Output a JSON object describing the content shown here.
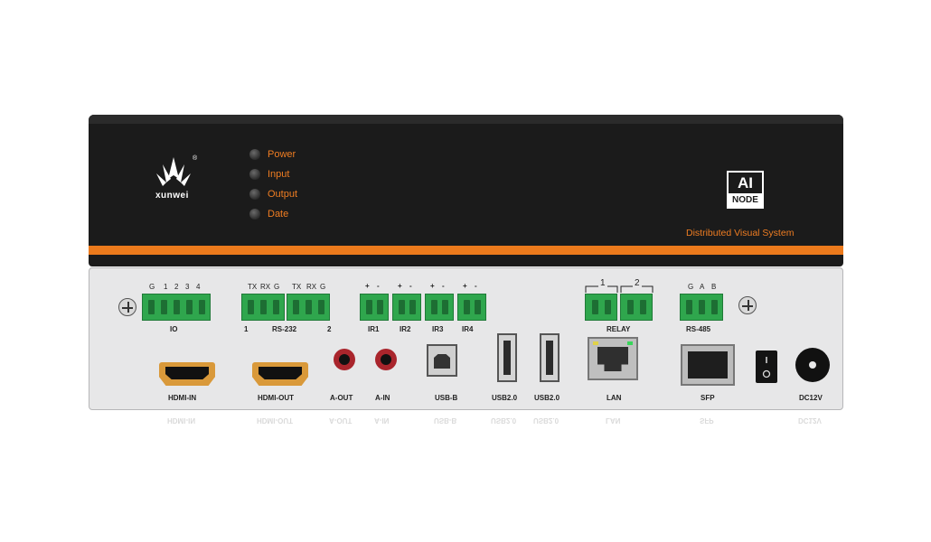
{
  "front": {
    "brand_name": "xunwei",
    "registered_mark": "®",
    "leds": [
      {
        "label": "Power"
      },
      {
        "label": "Input"
      },
      {
        "label": "Output"
      },
      {
        "label": "Date"
      }
    ],
    "badge_top": "AI",
    "badge_bottom": "NODE",
    "tagline": "Distributed Visual System",
    "accent_color": "#ec7a1c",
    "body_color": "#1b1b1b"
  },
  "rear": {
    "io": {
      "pins": [
        "G",
        "1",
        "2",
        "3",
        "4"
      ],
      "label": "IO"
    },
    "rs232": {
      "pins": [
        "TX",
        "RX",
        "G",
        "TX",
        "RX",
        "G"
      ],
      "left_num": "1",
      "label": "RS-232",
      "right_num": "2"
    },
    "ir": {
      "pins": [
        "+",
        "-",
        "+",
        "-",
        "+",
        "-",
        "+",
        "-"
      ],
      "labels": [
        "IR1",
        "IR2",
        "IR3",
        "IR4"
      ]
    },
    "relay": {
      "numbers": [
        "1",
        "2"
      ],
      "label": "RELAY"
    },
    "rs485": {
      "pins": [
        "G",
        "A",
        "B"
      ],
      "label": "RS-485"
    },
    "ports": [
      {
        "label": "HDMI-IN"
      },
      {
        "label": "HDMI-OUT"
      },
      {
        "label": "A-OUT"
      },
      {
        "label": "A-IN"
      },
      {
        "label": "USB-B"
      },
      {
        "label": "USB2.0"
      },
      {
        "label": "USB2.0"
      },
      {
        "label": "LAN"
      },
      {
        "label": "SFP"
      },
      {
        "label": "DC12V"
      }
    ],
    "terminal_color": "#2fa64d"
  }
}
